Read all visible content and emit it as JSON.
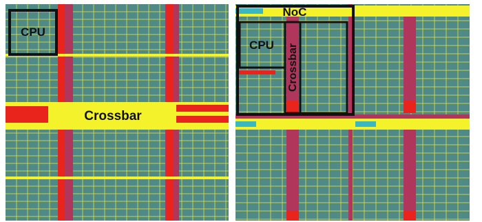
{
  "left_panel": {
    "labels": {
      "cpu": "CPU",
      "crossbar": "Crossbar"
    }
  },
  "right_panel": {
    "labels": {
      "noc": "NoC",
      "cpu": "CPU",
      "crossbar": "Crossbar"
    }
  },
  "colors": {
    "die_background": "#4f8a86",
    "grid_yellow": "#e6e23a",
    "bright_yellow": "#f4f22a",
    "red": "#e8241c",
    "magenta": "#b0365c",
    "outline": "#111111",
    "page_background": "#ffffff"
  }
}
